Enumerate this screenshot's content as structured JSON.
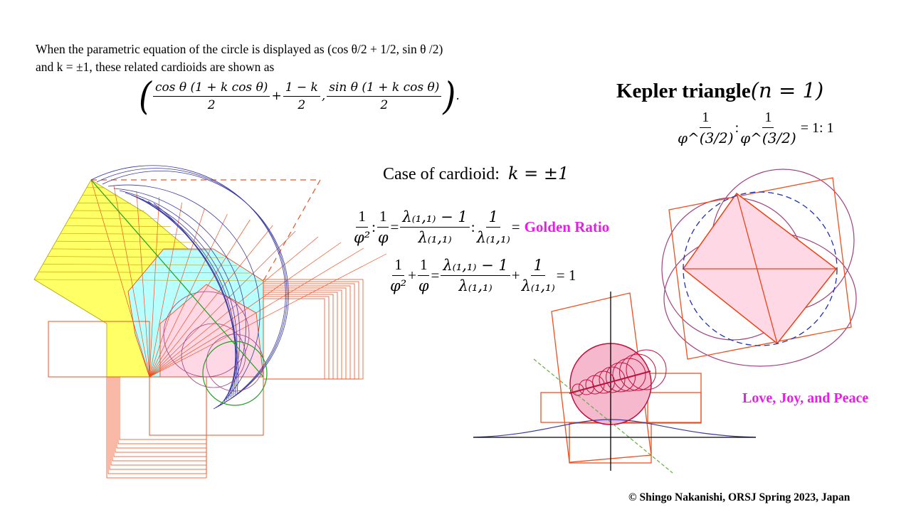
{
  "intro": {
    "line1": "When the parametric equation of the circle is displayed as (cos θ/2 + 1/2, sin θ /2)",
    "line2": "and k = ±1, these related cardioids are shown as",
    "formula": {
      "frac1_num": "cos θ (1 + k cos θ)",
      "frac1_den": "2",
      "plus": "+",
      "frac2_num": "1 − k",
      "frac2_den": "2",
      "comma": ",",
      "frac3_num": "sin θ (1 + k cos θ)",
      "frac3_den": "2",
      "end": "."
    }
  },
  "case_label": "Case of cardioid:",
  "case_math": "k = ±1",
  "golden": {
    "row1": {
      "a_num": "1",
      "a_den": "φ²",
      "colon": ":",
      "b_num": "1",
      "b_den": "φ",
      "eq": "=",
      "c_num": "λ₍₁,₁₎ − 1",
      "c_den": "λ₍₁,₁₎",
      "colon2": ":",
      "d_num": "1",
      "d_den": "λ₍₁,₁₎",
      "eq2": "=",
      "label": "Golden Ratio"
    },
    "row2": {
      "a_num": "1",
      "a_den": "φ²",
      "plus": "+",
      "b_num": "1",
      "b_den": "φ",
      "eq": "=",
      "c_num": "λ₍₁,₁₎ − 1",
      "c_den": "λ₍₁,₁₎",
      "plus2": "+",
      "d_num": "1",
      "d_den": "λ₍₁,₁₎",
      "result": "= 1"
    }
  },
  "kepler": {
    "title": "Kepler triangle",
    "param": "(n = 1)",
    "a_num": "1",
    "a_den": "φ^(3/2)",
    "colon": ":",
    "b_num": "1",
    "b_den": "φ^(3/2)",
    "result": "= 1: 1"
  },
  "love": "Love, Joy, and Peace",
  "copyright": "© Shingo Nakanishi, ORSJ Spring 2023, Japan",
  "colors": {
    "magenta": "#e61ee6",
    "orange": "#f05020",
    "blue": "#3a3aa0",
    "yellow": "#ffff66",
    "cyan": "#b8ffff",
    "pink": "#ffd8e6",
    "green": "#20a020",
    "purple": "#a04080",
    "red": "#c01040"
  }
}
